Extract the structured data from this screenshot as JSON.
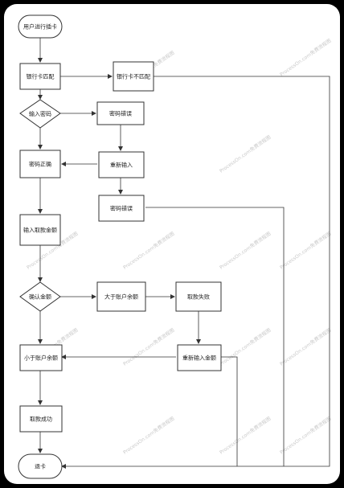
{
  "diagram": {
    "nodes": {
      "start": "用户进行插卡",
      "card_match": "银行卡匹配",
      "card_mismatch": "银行卡不匹配",
      "enter_pwd": "输入密码",
      "pwd_wrong_1": "密码错误",
      "pwd_correct": "密码正确",
      "re_enter": "重新输入",
      "pwd_wrong_2": "密码错误",
      "enter_amount": "输入取款金额",
      "confirm_amount": "确认金额",
      "gt_balance": "大于账户余额",
      "withdraw_fail": "取款失败",
      "lt_balance": "小于账户余额",
      "re_enter_amount": "重新输入金额",
      "withdraw_ok": "取款成功",
      "eject": "退卡"
    },
    "watermark": "ProcessOn.com免费流程图"
  }
}
